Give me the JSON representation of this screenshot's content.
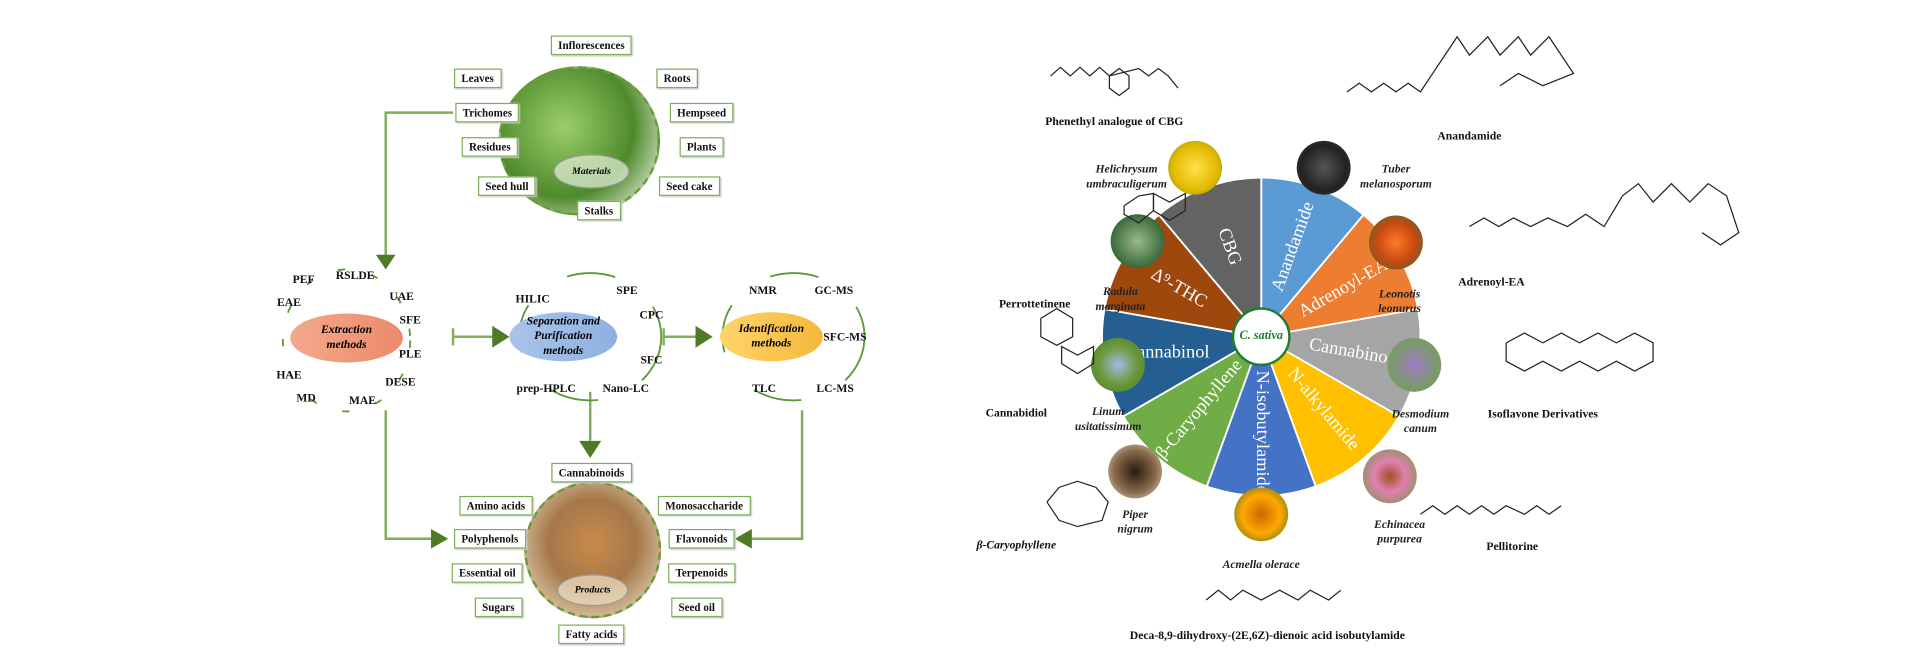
{
  "left_diagram": {
    "materials": {
      "center": "Materials",
      "items": [
        "Inflorescences",
        "Leaves",
        "Roots",
        "Trichomes",
        "Hempseed",
        "Residues",
        "Plants",
        "Seed hull",
        "Seed cake",
        "Stalks"
      ]
    },
    "extraction": {
      "title": "Extraction methods",
      "methods": [
        "PEF",
        "RSLDE",
        "UAE",
        "SFE",
        "PLE",
        "DESE",
        "MAE",
        "MD",
        "HAE",
        "EAE"
      ]
    },
    "separation": {
      "title": "Separation and Purification methods",
      "methods": [
        "HILIC",
        "SPE",
        "CPC",
        "SFC",
        "Nano-LC",
        "prep-HPLC"
      ]
    },
    "identification": {
      "title": "Identification methods",
      "methods": [
        "NMR",
        "GC-MS",
        "SFC-MS",
        "LC-MS",
        "TLC"
      ]
    },
    "products": {
      "center": "Products",
      "items": [
        "Cannabinoids",
        "Amino acids",
        "Monosaccharide",
        "Polyphenols",
        "Flavonoids",
        "Essential oil",
        "Terpenoids",
        "Sugars",
        "Seed oil",
        "Fatty acids"
      ]
    }
  },
  "wheel": {
    "center": "C. sativa",
    "segments": [
      {
        "label": "Anandamide",
        "color": "#5b9bd5"
      },
      {
        "label": "Adrenoyl-EA",
        "color": "#ed7d31"
      },
      {
        "label": "Cannabinoid",
        "color": "#a5a5a5"
      },
      {
        "label": "N-alkylamide",
        "color": "#ffc000"
      },
      {
        "label": "N-isobutylamide",
        "color": "#4472c4"
      },
      {
        "label": "β-Caryophyllene",
        "color": "#70ad47"
      },
      {
        "label": "Cannabinol",
        "color": "#255e91"
      },
      {
        "label": "Δ⁹-THC",
        "color": "#9e480e"
      },
      {
        "label": "CBG",
        "color": "#636363"
      }
    ],
    "plants": [
      "Helichrysum umbraculigerum",
      "Tuber melanosporum",
      "Radula marginata",
      "Leonotis leonurus",
      "Linum usitatissimum",
      "Desmodium canum",
      "Piper nigrum",
      "Echinacea purpurea",
      "Acmella olerace"
    ],
    "compounds": [
      "Phenethyl analogue of CBG",
      "Anandamide",
      "Perrottetinene",
      "Adrenoyl-EA",
      "Cannabidiol",
      "Isoflavone Derivatives",
      "β-Caryophyllene",
      "Pellitorine",
      "Deca-8,9-dihydroxy-(2E,6Z)-dienoic acid isobutylamide"
    ]
  }
}
